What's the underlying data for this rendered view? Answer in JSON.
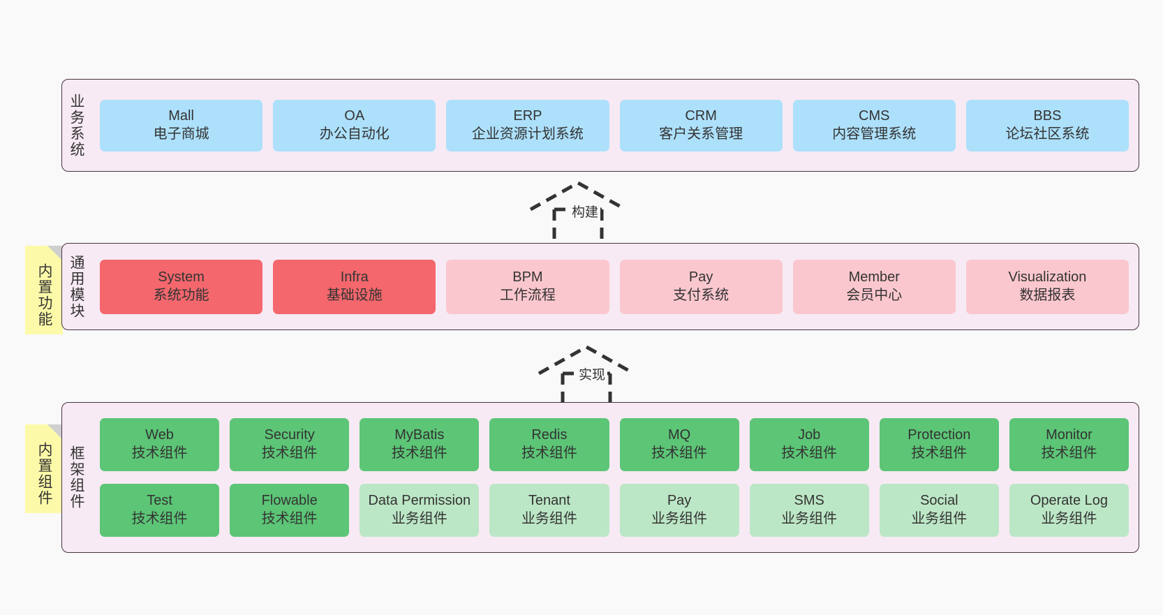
{
  "diagram": {
    "background_color": "#f9f9f9",
    "panel_color": "#f7eaf4",
    "panel_border_color": "#46353f"
  },
  "layers": [
    {
      "id": "business",
      "title": "业务系统",
      "rows": [
        {
          "cells": [
            {
              "en": "Mall",
              "cn": "电子商城",
              "color": "#ade0fb",
              "style": "c-blue"
            },
            {
              "en": "OA",
              "cn": "办公自动化",
              "color": "#ade0fb",
              "style": "c-blue"
            },
            {
              "en": "ERP",
              "cn": "企业资源计划系统",
              "color": "#ade0fb",
              "style": "c-blue"
            },
            {
              "en": "CRM",
              "cn": "客户关系管理",
              "color": "#ade0fb",
              "style": "c-blue"
            },
            {
              "en": "CMS",
              "cn": "内容管理系统",
              "color": "#ade0fb",
              "style": "c-blue"
            },
            {
              "en": "BBS",
              "cn": "论坛社区系统",
              "color": "#ade0fb",
              "style": "c-blue"
            }
          ]
        }
      ]
    },
    {
      "id": "common",
      "title": "通用模块",
      "note": "内置功能",
      "rows": [
        {
          "cells": [
            {
              "en": "System",
              "cn": "系统功能",
              "color": "#f4676d",
              "style": "c-red"
            },
            {
              "en": "Infra",
              "cn": "基础设施",
              "color": "#f4676d",
              "style": "c-red"
            },
            {
              "en": "BPM",
              "cn": "工作流程",
              "color": "#fbc7ce",
              "style": "c-pink"
            },
            {
              "en": "Pay",
              "cn": "支付系统",
              "color": "#fbc7ce",
              "style": "c-pink"
            },
            {
              "en": "Member",
              "cn": "会员中心",
              "color": "#fbc7ce",
              "style": "c-pink"
            },
            {
              "en": "Visualization",
              "cn": "数据报表",
              "color": "#fbc7ce",
              "style": "c-pink"
            }
          ]
        }
      ]
    },
    {
      "id": "framework",
      "title": "框架组件",
      "note": "内置组件",
      "rows": [
        {
          "cells": [
            {
              "en": "Web",
              "cn": "技术组件",
              "color": "#5cc576",
              "style": "c-green"
            },
            {
              "en": "Security",
              "cn": "技术组件",
              "color": "#5cc576",
              "style": "c-green"
            },
            {
              "en": "MyBatis",
              "cn": "技术组件",
              "color": "#5cc576",
              "style": "c-green"
            },
            {
              "en": "Redis",
              "cn": "技术组件",
              "color": "#5cc576",
              "style": "c-green"
            },
            {
              "en": "MQ",
              "cn": "技术组件",
              "color": "#5cc576",
              "style": "c-green"
            },
            {
              "en": "Job",
              "cn": "技术组件",
              "color": "#5cc576",
              "style": "c-green"
            },
            {
              "en": "Protection",
              "cn": "技术组件",
              "color": "#5cc576",
              "style": "c-green"
            },
            {
              "en": "Monitor",
              "cn": "技术组件",
              "color": "#5cc576",
              "style": "c-green"
            }
          ]
        },
        {
          "cells": [
            {
              "en": "Test",
              "cn": "技术组件",
              "color": "#5cc576",
              "style": "c-green"
            },
            {
              "en": "Flowable",
              "cn": "技术组件",
              "color": "#5cc576",
              "style": "c-green"
            },
            {
              "en": "Data Permission",
              "cn": "业务组件",
              "color": "#bce7c6",
              "style": "c-lightgreen"
            },
            {
              "en": "Tenant",
              "cn": "业务组件",
              "color": "#bce7c6",
              "style": "c-lightgreen"
            },
            {
              "en": "Pay",
              "cn": "业务组件",
              "color": "#bce7c6",
              "style": "c-lightgreen"
            },
            {
              "en": "SMS",
              "cn": "业务组件",
              "color": "#bce7c6",
              "style": "c-lightgreen"
            },
            {
              "en": "Social",
              "cn": "业务组件",
              "color": "#bce7c6",
              "style": "c-lightgreen"
            },
            {
              "en": "Operate Log",
              "cn": "业务组件",
              "color": "#bce7c6",
              "style": "c-lightgreen"
            }
          ]
        }
      ]
    }
  ],
  "arrows": [
    {
      "id": "build",
      "label": "构建",
      "from": "common",
      "to": "business"
    },
    {
      "id": "realize",
      "label": "实现",
      "from": "framework",
      "to": "common"
    }
  ]
}
